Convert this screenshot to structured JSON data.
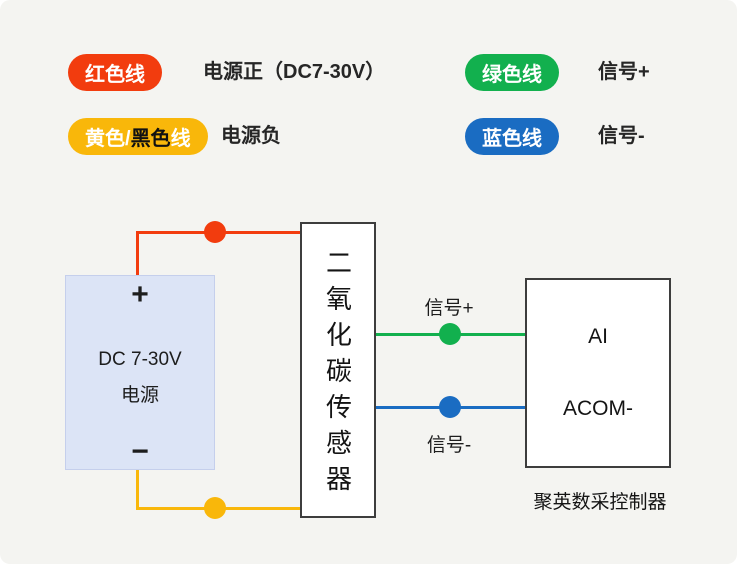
{
  "legend": {
    "red_wire": {
      "badge": "红色线",
      "label": "电源正（DC7-30V）"
    },
    "green_wire": {
      "badge": "绿色线",
      "label": "信号+"
    },
    "yellow_black_wire": {
      "badge_yellow": "黄色/",
      "badge_black": "黑色",
      "badge_suffix": "线",
      "label": "电源负"
    },
    "blue_wire": {
      "badge": "蓝色线",
      "label": "信号-"
    }
  },
  "diagram": {
    "power_box": {
      "plus": "+",
      "minus": "−",
      "line1": "DC 7-30V",
      "line2": "电源"
    },
    "sensor_box": {
      "label": "二氧化碳传感器"
    },
    "controller_box": {
      "port_ai": "AI",
      "port_acom": "ACOM-",
      "caption": "聚英数采控制器"
    },
    "wires": {
      "signal_plus_label": "信号+",
      "signal_minus_label": "信号-"
    }
  },
  "colors": {
    "red": "#f23c0e",
    "green": "#12b04e",
    "yellow": "#f9b70a",
    "blue": "#1a6cc2",
    "power_box_fill": "#dce4f6",
    "background": "#f4f4f1"
  }
}
